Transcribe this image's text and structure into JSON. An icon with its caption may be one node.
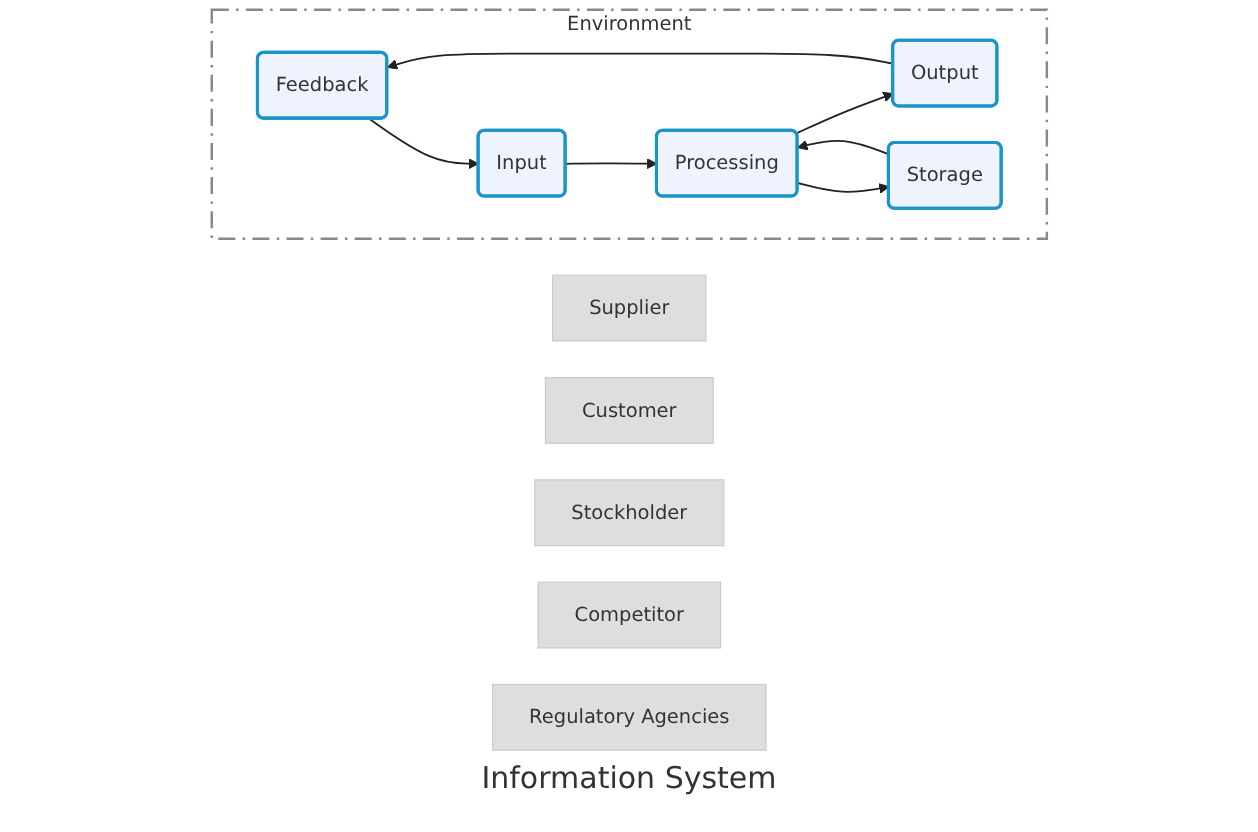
{
  "diagram": {
    "nodes": [
      {
        "text": [
          "Environment"
        ]
      },
      {
        "text": [
          "Supplier"
        ]
      },
      {
        "text": [
          "Customer"
        ]
      },
      {
        "text": [
          "Stockholder"
        ]
      },
      {
        "text": [
          "Feedback"
        ],
        "in": 0
      },
      {
        "text": [
          "Input"
        ],
        "in": 0
      },
      {
        "text": [
          "Processing"
        ],
        "in": 0
      },
      {
        "text": [
          "Output"
        ],
        "in": 0
      },
      {
        "text": [
          "Storage"
        ],
        "in": 0
      },
      {
        "text": [
          "Competitor"
        ]
      },
      {
        "text": [
          "Regulatory Agencies"
        ]
      }
    ],
    "edges": [
      {
        "from": 4,
        "to": 5,
        "arrow": "to"
      },
      {
        "from": 5,
        "to": 6,
        "arrow": "to"
      },
      {
        "from": 6,
        "to": 7,
        "arrow": "to"
      },
      {
        "from": 7,
        "to": 4,
        "arrow": "to"
      },
      {
        "from": 6,
        "to": 8,
        "arrow": "to"
      },
      {
        "from": 8,
        "to": 6,
        "arrow": "to"
      }
    ],
    "labels": [
      "Information System"
    ]
  }
}
